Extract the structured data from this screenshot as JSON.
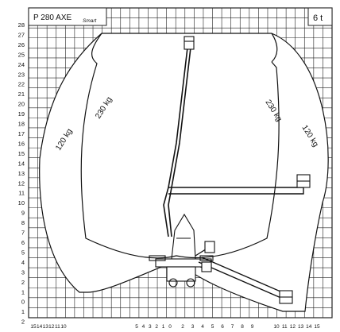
{
  "header": {
    "model": "P 280 AXE",
    "variant": "Smart",
    "capacity_class": "6 t"
  },
  "zones": {
    "outer_load": "120 kg",
    "inner_load": "230 kg"
  },
  "axes": {
    "y_ticks": [
      "28",
      "27",
      "26",
      "25",
      "24",
      "23",
      "22",
      "21",
      "20",
      "19",
      "18",
      "17",
      "16",
      "15",
      "14",
      "13",
      "12",
      "11",
      "10",
      "9",
      "8",
      "7",
      "6",
      "5",
      "4",
      "3",
      "2",
      "1",
      "0",
      "1",
      "2"
    ],
    "x_ticks_left": [
      "15",
      "14",
      "13",
      "12",
      "11",
      "10"
    ],
    "x_ticks_center_left": [
      "5",
      "4",
      "3",
      "2",
      "1",
      "0"
    ],
    "x_ticks_center_right": [
      "2",
      "3",
      "4",
      "5",
      "6",
      "7",
      "8",
      "9"
    ],
    "x_ticks_right": [
      "10",
      "11",
      "12",
      "13",
      "14",
      "15"
    ]
  },
  "colors": {
    "grid": "#222222",
    "lines": "#111111",
    "background": "#ffffff"
  }
}
